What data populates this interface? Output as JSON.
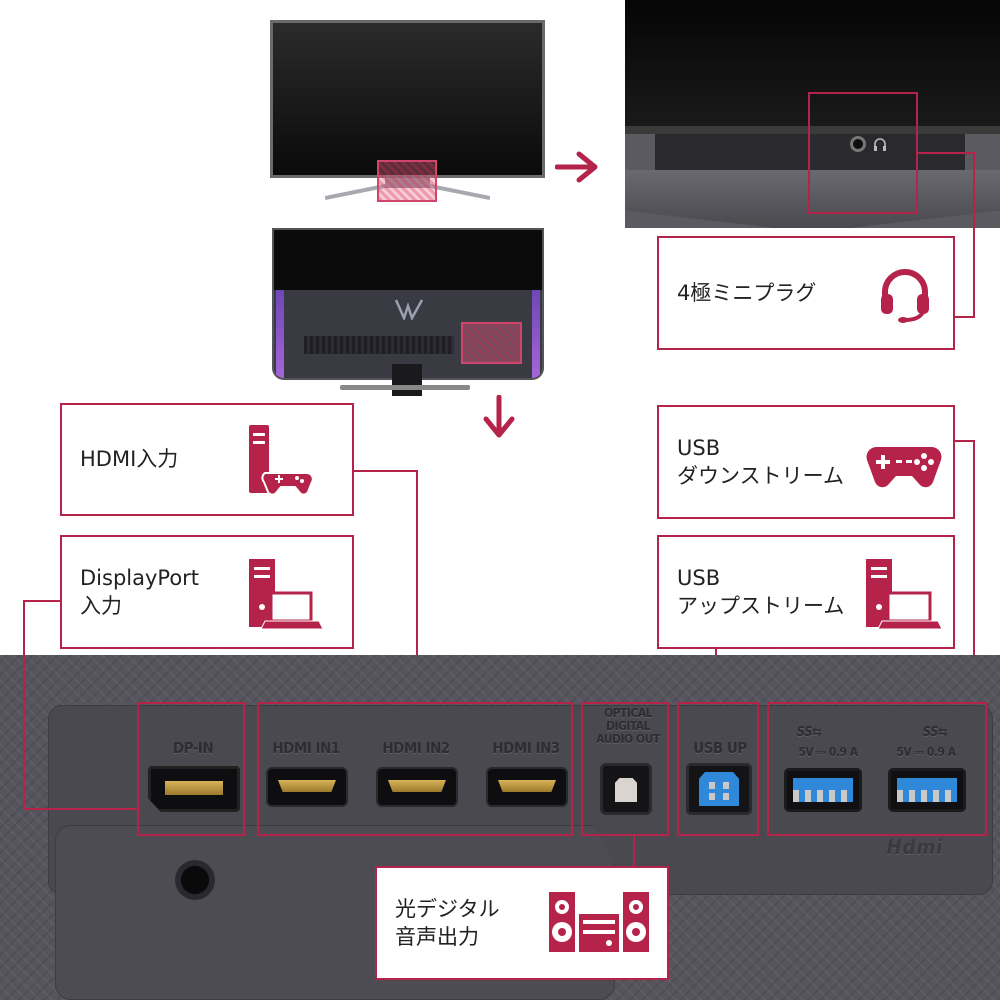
{
  "callouts": {
    "headphone": "4極ミニプラグ",
    "hdmi_in": "HDMI入力",
    "dp_in": "DisplayPort\n入力",
    "usb_down": "USB\nダウンストリーム",
    "usb_up": "USB\nアップストリーム",
    "optical": "光デジタル\n音声出力"
  },
  "ports": {
    "dp": "DP-IN",
    "hdmi1": "HDMI IN1",
    "hdmi2": "HDMI IN2",
    "hdmi3": "HDMI IN3",
    "optical": "OPTICAL\nDIGITAL\nAUDIO OUT",
    "usb_up": "USB UP",
    "usb1_spec": "5V ⎓ 0.9 A",
    "usb2_spec": "5V ⎓ 0.9 A",
    "ss1": "SS⇆",
    "ss2": "SS⇆",
    "hdmi_logo": "Hdmi"
  },
  "colors": {
    "accent": "#b5234a",
    "panel": "#56545c",
    "usb_blue": "#2f88d8"
  },
  "icons": [
    "arrow-right-icon",
    "arrow-down-icon",
    "headset-icon",
    "console-gamepad-icon",
    "pc-laptop-icon",
    "gamepad-icon",
    "stereo-icon",
    "logo-icon"
  ]
}
